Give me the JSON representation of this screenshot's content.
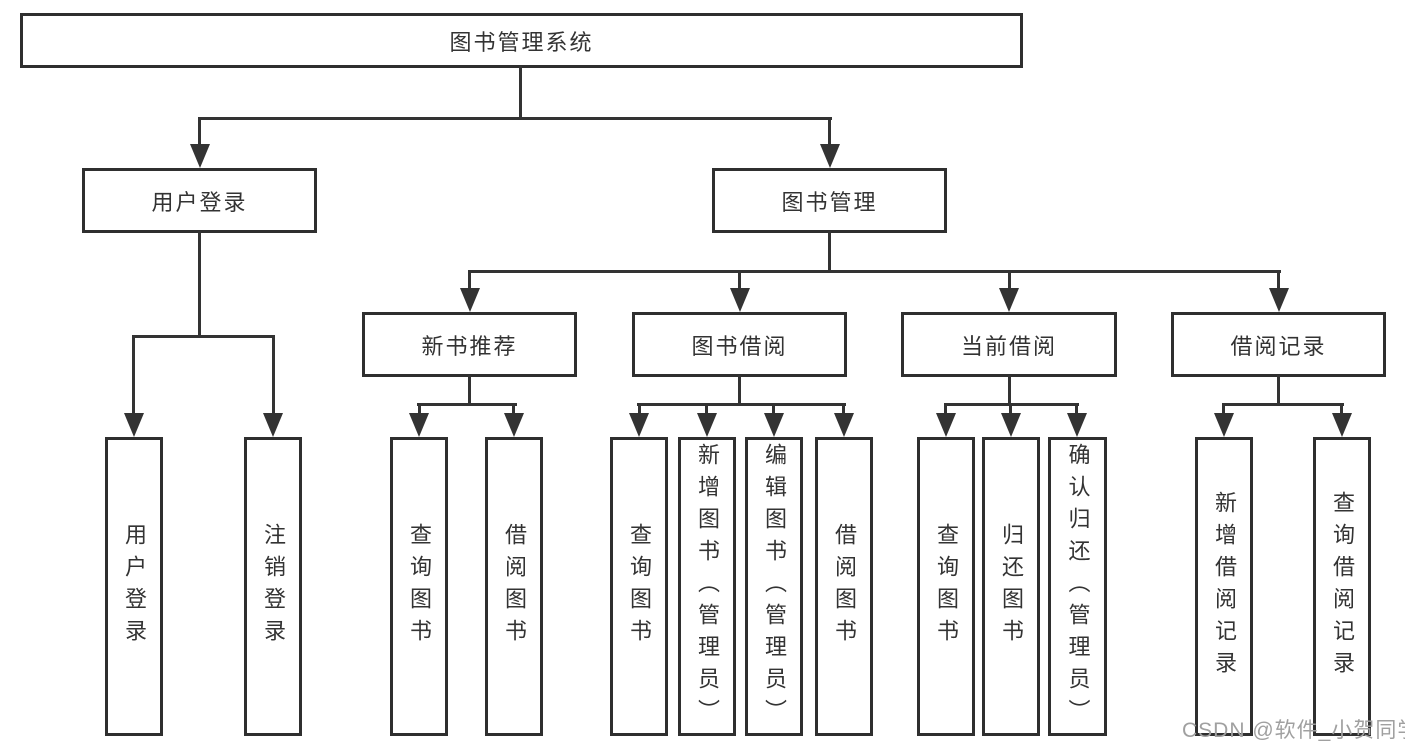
{
  "diagram": {
    "type": "hierarchy-tree",
    "tree": {
      "root": "图书管理系统",
      "children": [
        {
          "label": "用户登录",
          "children": [
            {
              "label": "用户登录"
            },
            {
              "label": "注销登录"
            }
          ]
        },
        {
          "label": "图书管理",
          "children": [
            {
              "label": "新书推荐",
              "children": [
                {
                  "label": "查询图书"
                },
                {
                  "label": "借阅图书"
                }
              ]
            },
            {
              "label": "图书借阅",
              "children": [
                {
                  "label": "查询图书"
                },
                {
                  "label": "新增图书（管理员）"
                },
                {
                  "label": "编辑图书（管理员）"
                },
                {
                  "label": "借阅图书"
                }
              ]
            },
            {
              "label": "当前借阅",
              "children": [
                {
                  "label": "查询图书"
                },
                {
                  "label": "归还图书"
                },
                {
                  "label": "确认归还（管理员）"
                }
              ]
            },
            {
              "label": "借阅记录",
              "children": [
                {
                  "label": "新增借阅记录"
                },
                {
                  "label": "查询借阅记录"
                }
              ]
            }
          ]
        }
      ]
    },
    "colors": {
      "line": "#333333",
      "box_border": "#2f2f2f",
      "text": "#333333",
      "background": "#ffffff",
      "watermark": "#a0a0a0"
    }
  },
  "watermark": {
    "text": "CSDN @软件_小贺同学"
  }
}
